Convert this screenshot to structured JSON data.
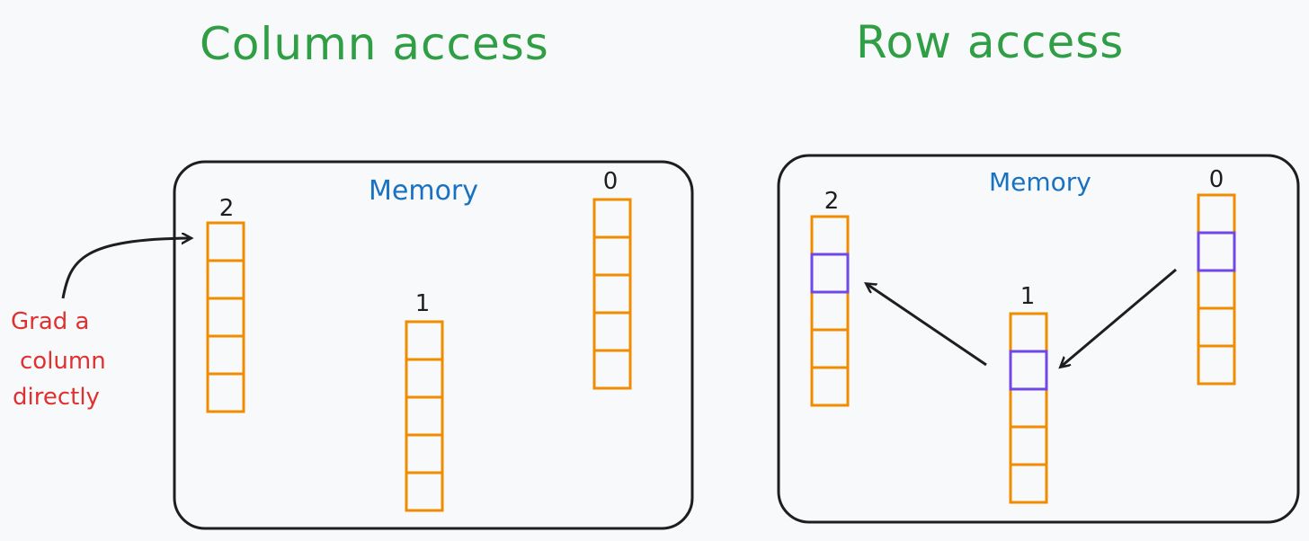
{
  "colors": {
    "title": "#2f9e44",
    "memory_label": "#1971c2",
    "cell": "#f08c00",
    "highlight": "#7048e8",
    "annotation": "#e03131",
    "stroke": "#1e1e1e"
  },
  "left_panel": {
    "title": "Column access",
    "memory_label": "Memory",
    "annotation_lines": [
      "Grad a",
      "column",
      "directly"
    ],
    "columns": [
      {
        "index": "2",
        "cells": 5,
        "highlighted_cell": null
      },
      {
        "index": "1",
        "cells": 5,
        "highlighted_cell": null
      },
      {
        "index": "0",
        "cells": 5,
        "highlighted_cell": null
      }
    ]
  },
  "right_panel": {
    "title": "Row access",
    "memory_label": "Memory",
    "columns": [
      {
        "index": "2",
        "cells": 5,
        "highlighted_cell": 1
      },
      {
        "index": "1",
        "cells": 5,
        "highlighted_cell": 1
      },
      {
        "index": "0",
        "cells": 5,
        "highlighted_cell": 1
      }
    ]
  }
}
